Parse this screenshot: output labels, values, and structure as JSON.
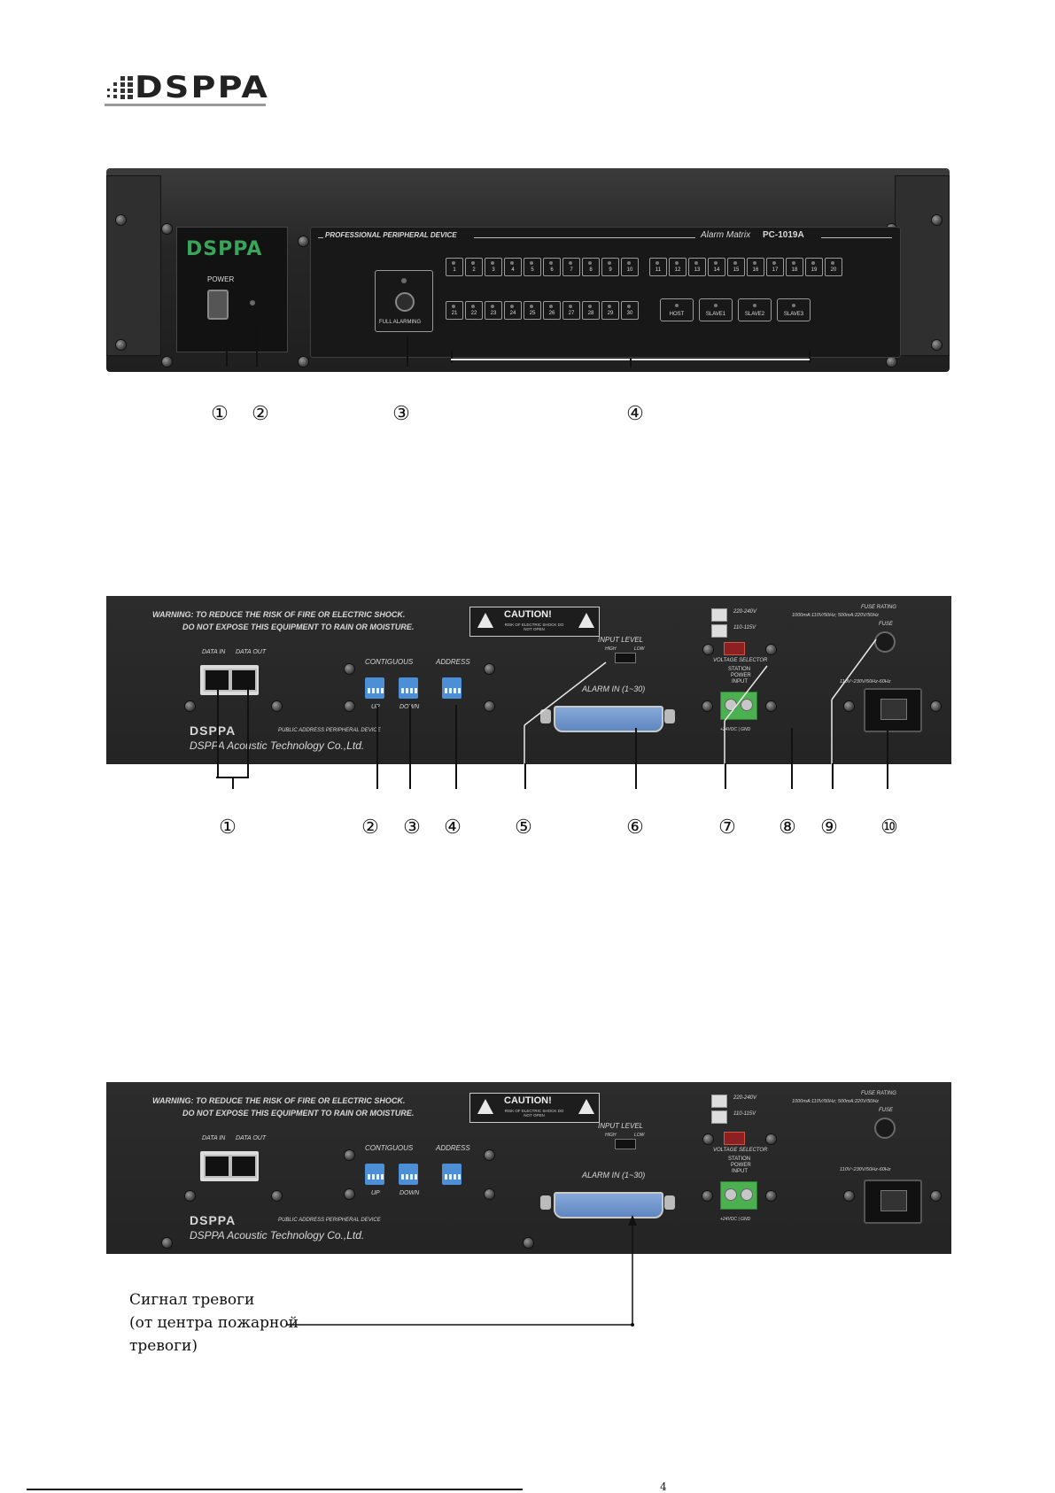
{
  "logo": {
    "text": "DSPPA"
  },
  "front_panel": {
    "brand": "DSPPA",
    "power_label": "POWER",
    "header_left": "PROFESSIONAL PERIPHERAL DEVICE",
    "header_right": "Alarm Matrix",
    "model": "PC-1019A",
    "full_alarming": "FULL ALARMING",
    "channels": [
      "1",
      "2",
      "3",
      "4",
      "5",
      "6",
      "7",
      "8",
      "9",
      "10",
      "11",
      "12",
      "13",
      "14",
      "15",
      "16",
      "17",
      "18",
      "19",
      "20",
      "21",
      "22",
      "23",
      "24",
      "25",
      "26",
      "27",
      "28",
      "29",
      "30"
    ],
    "status_buttons": [
      "HOST",
      "SLAVE1",
      "SLAVE2",
      "SLAVE3"
    ],
    "callouts": [
      "①",
      "②",
      "③",
      "④"
    ]
  },
  "rear_panel": {
    "warning_1": "WARNING: TO REDUCE THE RISK OF FIRE OR ELECTRIC SHOCK.",
    "warning_2": "DO NOT EXPOSE THIS EQUIPMENT TO RAIN OR MOISTURE.",
    "caution_title": "CAUTION!",
    "caution_sub": "RISK OF ELECTRIC SHOCK DO NOT OPEN",
    "data_in": "DATA IN",
    "data_out": "DATA OUT",
    "contiguous": "CONTIGUOUS",
    "up": "UP",
    "down": "DOWN",
    "address": "ADDRESS",
    "input_level": "INPUT LEVEL",
    "high": "HIGH",
    "low": "LOW",
    "alarm_in": "ALARM IN (1~30)",
    "volt_230": "220-240V",
    "volt_110": "110-115V",
    "voltage_selector": "VOLTAGE SELECTOR",
    "station_power": [
      "STATION",
      "POWER",
      "INPUT"
    ],
    "station_volt": "+24VDC | GND",
    "fuse_rating": "FUSE RATING",
    "fuse_values": "1000mA:110V/50Hz; 500mA:220V/50Hz",
    "fuse": "FUSE",
    "ac_in": "110V~230V/50Hz-60Hz",
    "brand": "DSPPA",
    "public_address": "PUBLIC ADDRESS PERIPHERAL DEVICE",
    "company": "DSPPA Acoustic Technology Co.,Ltd.",
    "callouts": [
      "①",
      "②",
      "③",
      "④",
      "⑤",
      "⑥",
      "⑦",
      "⑧",
      "⑨",
      "⑩"
    ]
  },
  "caption": {
    "lines": [
      "Сигнал тревоги",
      "(от центра пожарной",
      "тревоги)"
    ]
  },
  "page_mark": "4"
}
